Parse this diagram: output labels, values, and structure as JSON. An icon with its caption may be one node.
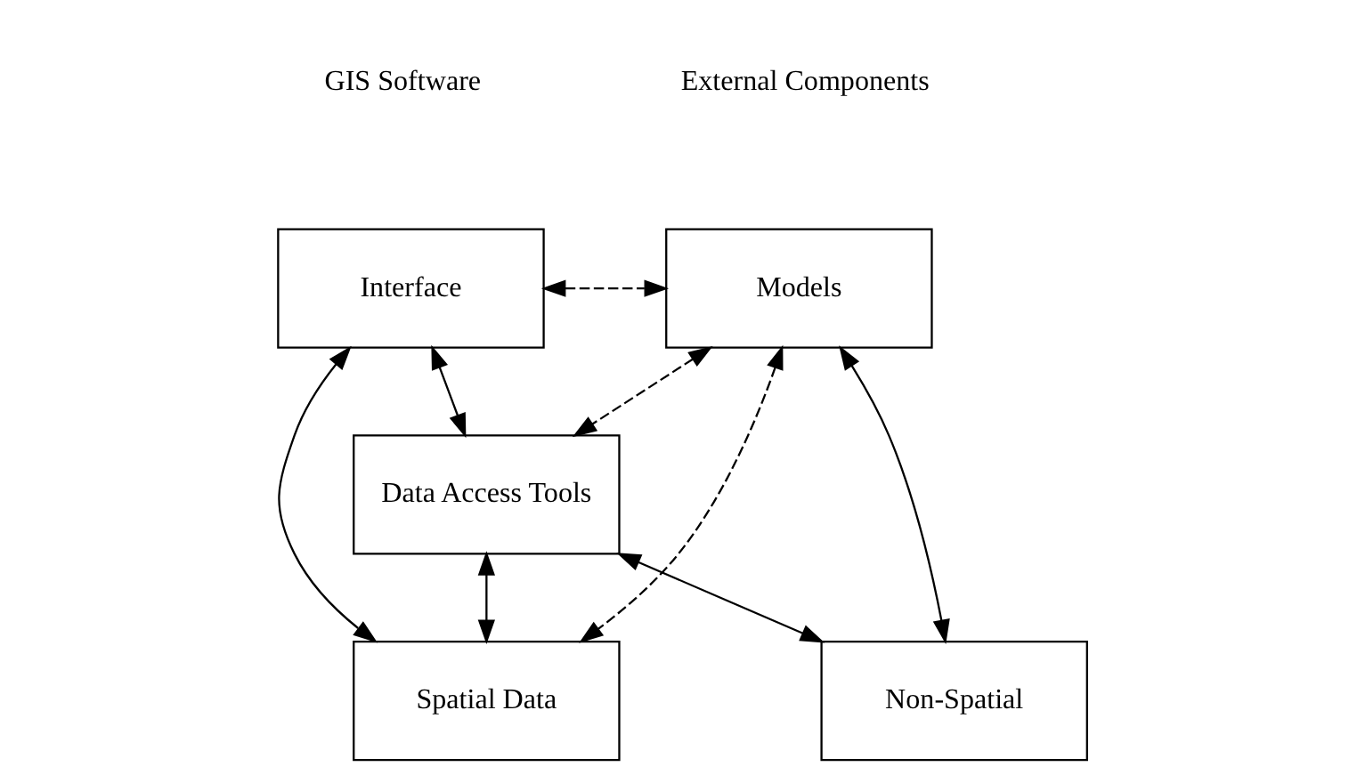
{
  "diagram": {
    "nodes": [
      {
        "text": [
          "Interface"
        ]
      },
      {
        "text": [
          "Models"
        ]
      },
      {
        "text": [
          "Data Access Tools"
        ]
      },
      {
        "text": [
          "Spatial Data"
        ]
      },
      {
        "text": [
          "Non-Spatial"
        ]
      }
    ],
    "edges": [
      {
        "from": 0,
        "to": 1,
        "arrow": "both",
        "style": "dashed"
      },
      {
        "from": 0,
        "to": 2,
        "arrow": "both"
      },
      {
        "from": 0,
        "to": 3,
        "arrow": "both"
      },
      {
        "from": 1,
        "to": 2,
        "arrow": "both",
        "style": "dashed"
      },
      {
        "from": 1,
        "to": 3,
        "arrow": "both",
        "style": "dashed"
      },
      {
        "from": 1,
        "to": 4,
        "arrow": "both"
      },
      {
        "from": 2,
        "to": 3,
        "arrow": "both"
      },
      {
        "from": 2,
        "to": 4,
        "arrow": "both"
      }
    ],
    "labels": [
      "GIS Software",
      "External Components"
    ]
  }
}
